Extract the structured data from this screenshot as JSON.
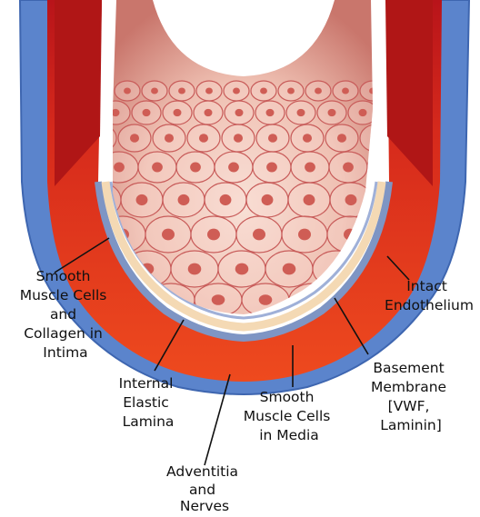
{
  "labels": {
    "smooth_muscle_intima": [
      "Smooth",
      "Muscle Cells",
      "and",
      "Collagen in",
      "Intima"
    ],
    "internal_elastic_lamina": [
      "Internal",
      "Elastic",
      "Lamina"
    ],
    "adventitia_nerves": [
      "Adventitia",
      "and",
      "Nerves"
    ],
    "smooth_muscle_media": [
      "Smooth",
      "Muscle Cells",
      "in Media"
    ],
    "basement_membrane": [
      "Basement",
      "Membrane",
      "[VWF,",
      "Laminin]"
    ],
    "intact_endothelium": [
      "Intact",
      "Endothelium"
    ]
  },
  "colors": {
    "adventitia": "#5b84cc",
    "adventitia_edge": "#3e66b0",
    "media": "#e8391c",
    "media_dark": "#b21612",
    "intima": "#f4d9b4",
    "lamina": "#7e95c4",
    "lumen": "#f0c3b4",
    "lumen_shade": "#d88f86",
    "cell_border": "#c85c5a",
    "nucleus": "#cf5d55"
  }
}
